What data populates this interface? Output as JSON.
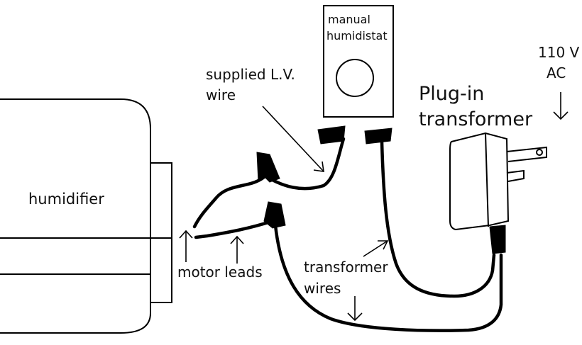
{
  "labels": {
    "humidifier": "humidifier",
    "humidistat_line1": "manual",
    "humidistat_line2": "humidistat",
    "supplied_line1": "supplied L.V.",
    "supplied_line2": "wire",
    "plugin_line1": "Plug-in",
    "plugin_line2": "transformer",
    "voltage_line1": "110 V",
    "voltage_line2": "AC",
    "motor_leads": "motor leads",
    "transformer_wires_line1": "transformer",
    "transformer_wires_line2": "wires"
  }
}
